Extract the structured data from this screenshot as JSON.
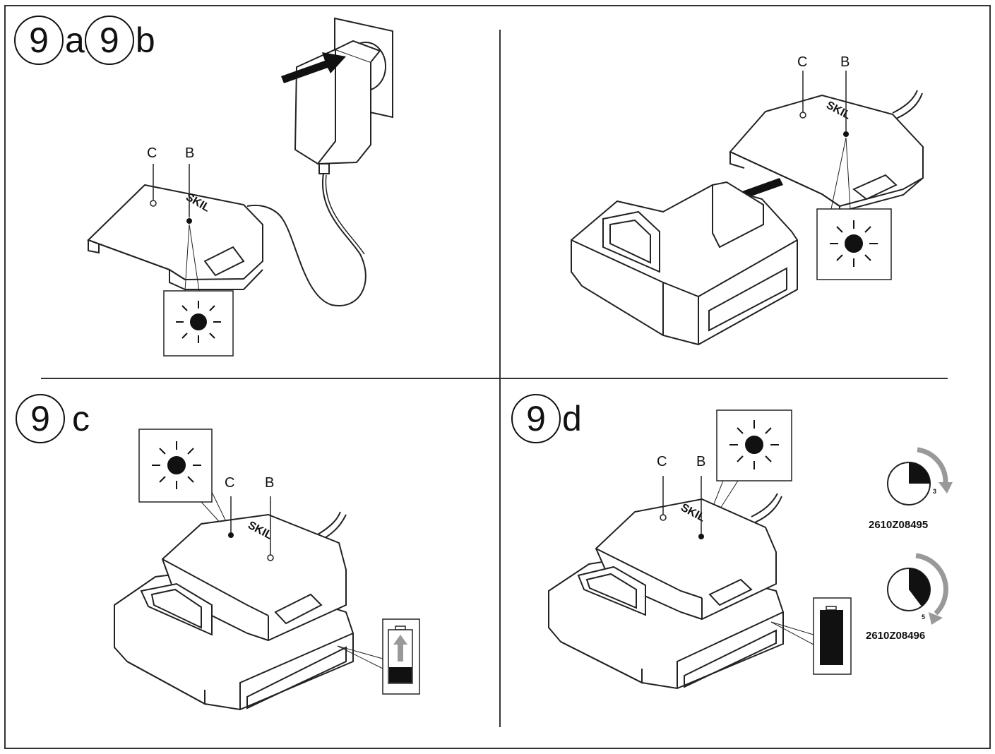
{
  "figures": {
    "a": {
      "number": "9",
      "letter": "a"
    },
    "b": {
      "number": "9",
      "letter": "b"
    },
    "c": {
      "number": "9",
      "letter": "c"
    },
    "d": {
      "number": "9",
      "letter": "d"
    }
  },
  "labels": {
    "c": "C",
    "b": "B"
  },
  "brand": "SKIL",
  "codes": {
    "short": "2610Z08495",
    "long": "2610Z08496"
  },
  "timer_marks": {
    "short": "3",
    "long": "5"
  }
}
